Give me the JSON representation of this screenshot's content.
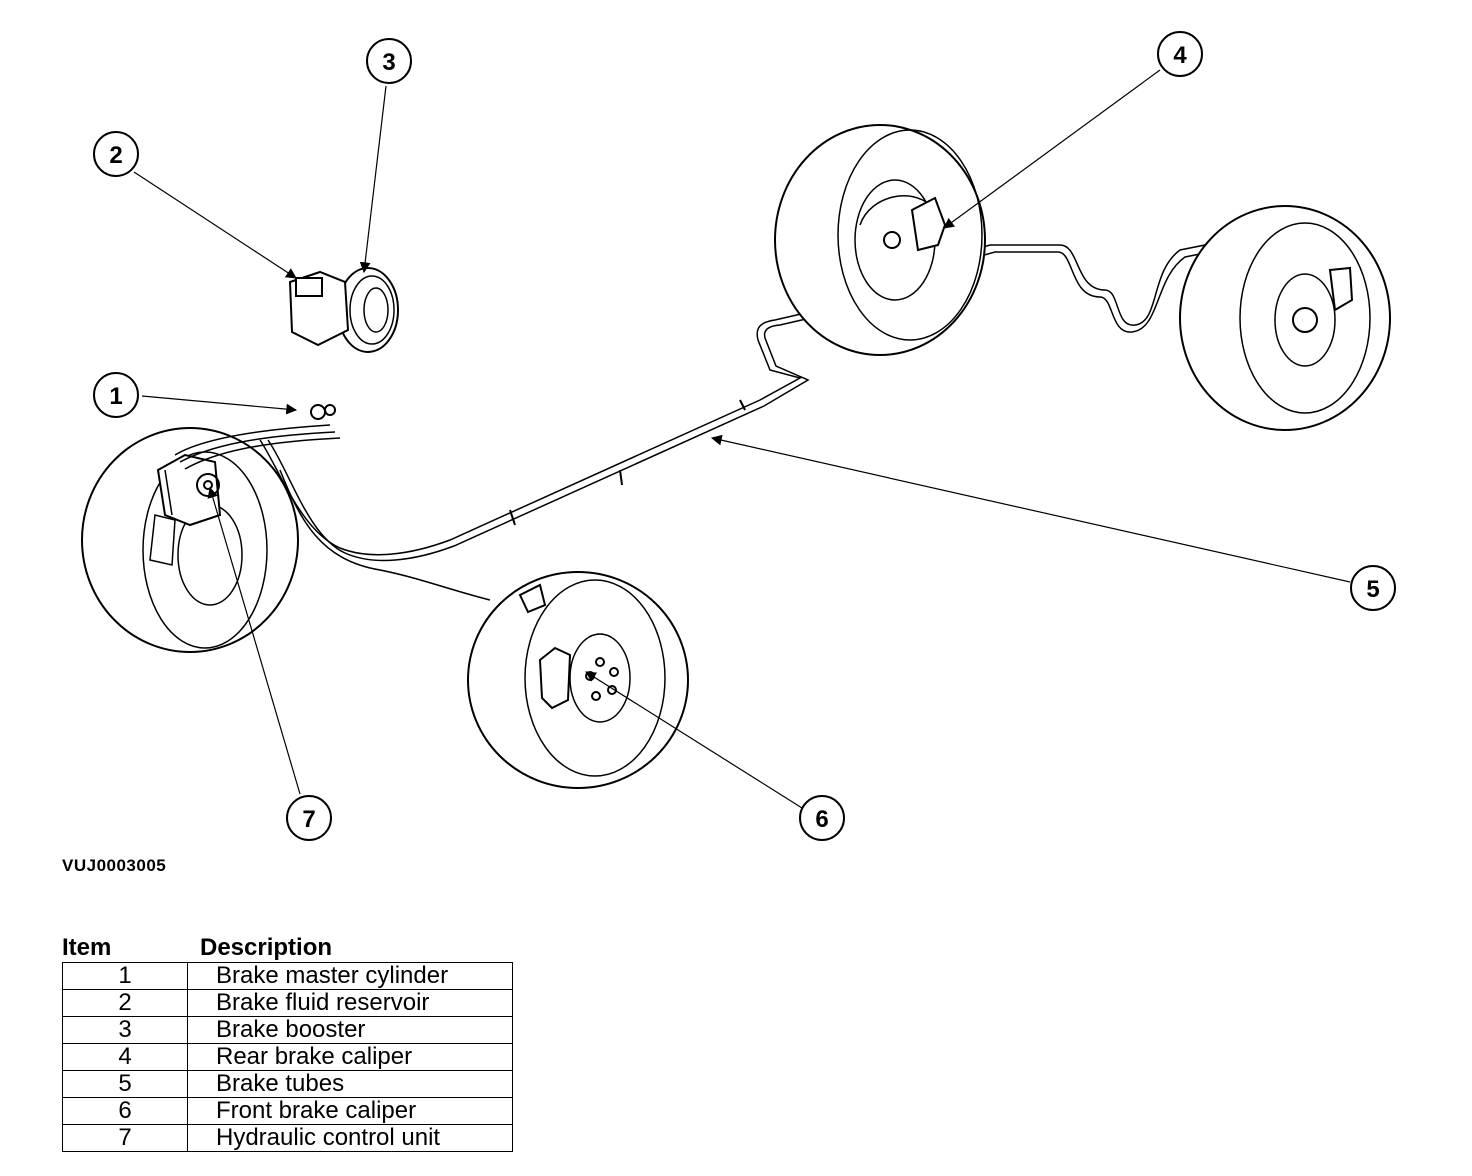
{
  "callouts": [
    "1",
    "2",
    "3",
    "4",
    "5",
    "6",
    "7"
  ],
  "figure_code": "VUJ0003005",
  "legend": {
    "header_item": "Item",
    "header_description": "Description",
    "rows": [
      {
        "item": "1",
        "description": "Brake master cylinder"
      },
      {
        "item": "2",
        "description": "Brake fluid reservoir"
      },
      {
        "item": "3",
        "description": "Brake booster"
      },
      {
        "item": "4",
        "description": "Rear brake caliper"
      },
      {
        "item": "5",
        "description": "Brake tubes"
      },
      {
        "item": "6",
        "description": "Front brake caliper"
      },
      {
        "item": "7",
        "description": "Hydraulic control unit"
      }
    ]
  },
  "colors": {
    "line": "#000000",
    "background": "#ffffff"
  }
}
